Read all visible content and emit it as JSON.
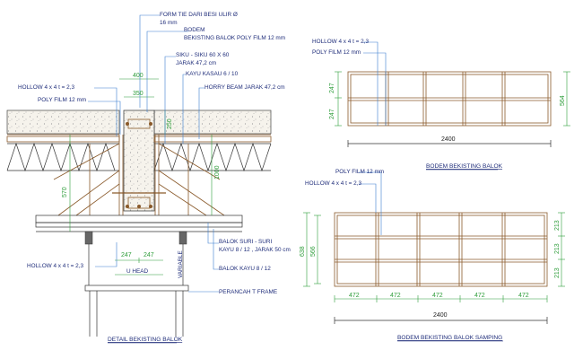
{
  "detail_main": {
    "title": "DETAIL BEKISTING BALOK",
    "labels": {
      "form_tie": "FORM TIE DARI BESI ULIR Ø",
      "form_tie_size": "16 mm",
      "bodem": "BODEM",
      "bekisting_poly": "BEKISTING BALOK POLY FILM 12 mm",
      "siku": "SIKU - SIKU 60 X 60",
      "jarak_siku": "JARAK 47,2 cm",
      "kayu_kasau": "KAYU KASAU 6 / 10",
      "horry_beam": "HORRY BEAM JARAK 47,2 cm",
      "hollow_top": "HOLLOW 4 x 4 t = 2,3",
      "poly_top": "POLY FILM 12 mm",
      "balok_suri": "BALOK SURI - SURI",
      "balok_suri_spec": "KAYU 8 / 12 , JARAK 50 cm",
      "balok_kayu": "BALOK KAYU 8 / 12",
      "hollow_bottom": "HOLLOW 4 x 4 t = 2,3",
      "perancah": "PERANCAH T FRAME",
      "uhead": "U HEAD",
      "variable": "VARIABLE"
    },
    "dims": {
      "d400": "400",
      "d350": "350",
      "d250": "250",
      "d1000": "1000",
      "d570": "570",
      "d247a": "247",
      "d247b": "247"
    }
  },
  "bodem_balok": {
    "title": "BODEM BEKISTING BALOK",
    "labels": {
      "hollow": "HOLLOW 4 x 4 t = 2,3",
      "poly": "POLY FILM 12 mm"
    },
    "dims": {
      "left_top": "247",
      "left_bottom": "247",
      "right": "564",
      "bottom": "2400"
    }
  },
  "bodem_samping": {
    "title": "BODEM BEKISTING BALOK SAMPING",
    "labels": {
      "poly": "POLY FILM 12 mm",
      "hollow": "HOLLOW 4 x 4 t = 2,3"
    },
    "dims": {
      "left_outer": "638",
      "left_inner": "566",
      "right_1": "213",
      "right_2": "213",
      "right_3": "213",
      "bottom_segments": [
        "472",
        "472",
        "472",
        "472",
        "472"
      ],
      "total": "2400"
    }
  }
}
